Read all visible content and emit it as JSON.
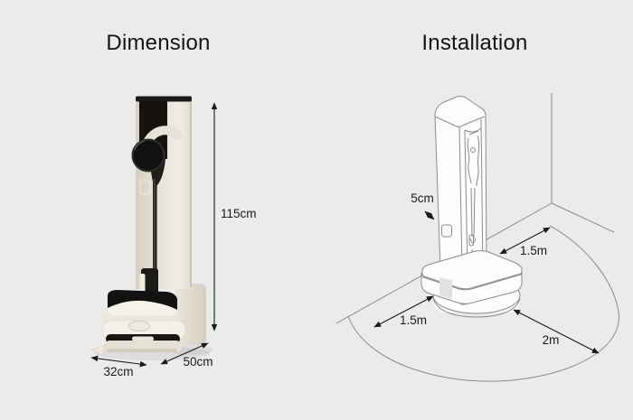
{
  "page": {
    "background": "#ebebeb",
    "accent_text_color": "#1a1a1a",
    "lineart_color": "#8c8c8c"
  },
  "dimension_panel": {
    "title": "Dimension",
    "height_label": "115cm",
    "depth_label": "32cm",
    "width_label": "50cm"
  },
  "installation_panel": {
    "title": "Installation",
    "wall_clearance_label": "5cm",
    "right_clearance_label": "1.5m",
    "left_clearance_label": "1.5m",
    "front_clearance_label": "2m"
  }
}
